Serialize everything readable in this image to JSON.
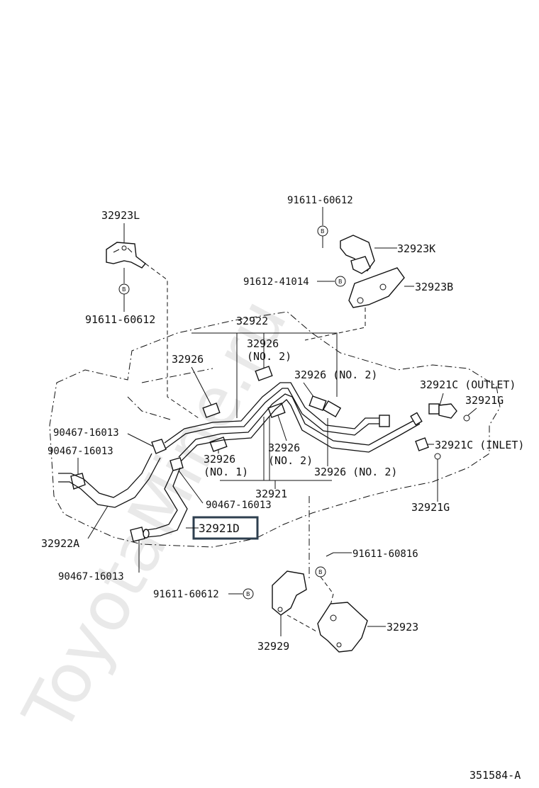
{
  "watermark": "ToyotaMine.ru",
  "highlighted_part": "32921D",
  "diagram_code": "351584-A",
  "labels": {
    "p32923L": "32923L",
    "p91611_60612_a": "91611-60612",
    "p91611_60612_top": "91611-60612",
    "p32923K": "32923K",
    "p91612_41014": "91612-41014",
    "p32923B": "32923B",
    "p32922": "32922",
    "p32926_a": "32926",
    "p32926_no2_a": "32926",
    "p32926_no2_a_note": "(NO. 2)",
    "p32926_no2_b": "32926 (NO. 2)",
    "p32921C_outlet": "32921C (OUTLET)",
    "p32921G_a": "32921G",
    "p90467_a": "90467-16013",
    "p90467_b": "90467-16013",
    "p32921C_inlet": "32921C (INLET)",
    "p32926_no1": "32926",
    "p32926_no1_note": "(NO. 1)",
    "p32926_no2_c": "32926",
    "p32926_no2_c_note": "(NO. 2)",
    "p32926_no2_d": "32926 (NO. 2)",
    "p32921": "32921",
    "p90467_c": "90467-16013",
    "p32921G_b": "32921G",
    "p32922A": "32922A",
    "p90467_d": "90467-16013",
    "p91611_60816": "91611-60816",
    "p91611_60612_b": "91611-60612",
    "p32923": "32923",
    "p32929": "32929"
  },
  "bolt_symbol": "B"
}
